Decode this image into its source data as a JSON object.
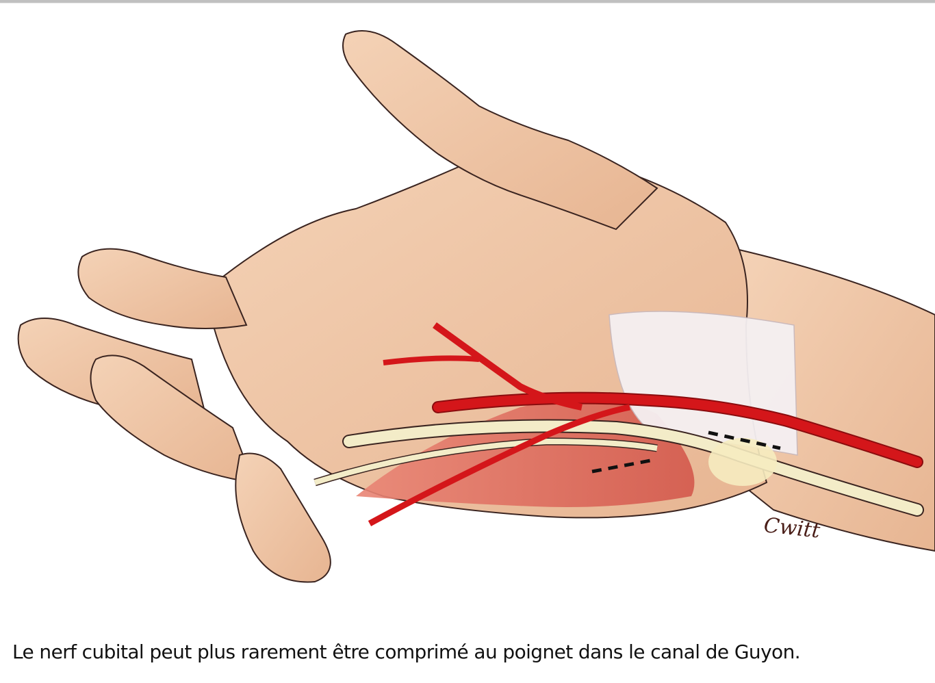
{
  "slide": {
    "caption": "Le nerf cubital peut plus rarement être comprimé au poignet dans le canal de Guyon.",
    "illustration": {
      "subject": "hand-palm-anatomy-guyon-canal",
      "signature": "Cwitt"
    }
  },
  "colors": {
    "skin": "#f1c9a8",
    "skin_shadow": "#e0a986",
    "outline": "#3a2420",
    "artery": "#d4161a",
    "nerve": "#f3ecc8",
    "muscle": "#e0695c",
    "ligament": "#f5f0f2",
    "dashed_marker": "#111111",
    "top_bar": "#c0c0c0",
    "caption_text": "#111111"
  }
}
